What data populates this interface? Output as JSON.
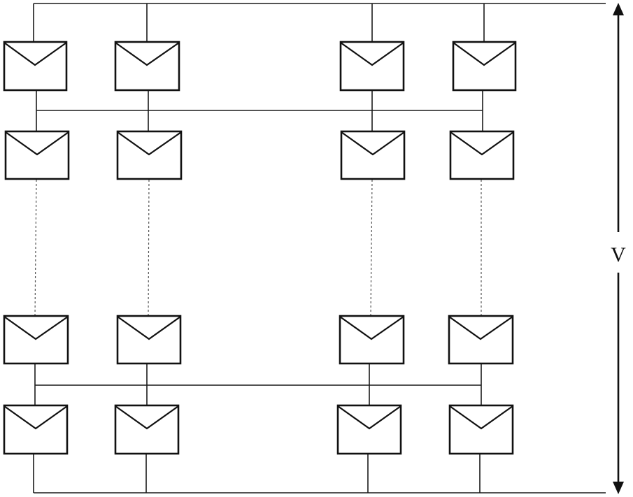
{
  "voltage_label": "V",
  "grid": {
    "columns": 4,
    "rows": 4,
    "gap_between_rows": [
      2,
      3
    ]
  },
  "icons": {
    "module": "pv-module-icon"
  },
  "colors": {
    "line": "#111111",
    "background": "#ffffff"
  }
}
